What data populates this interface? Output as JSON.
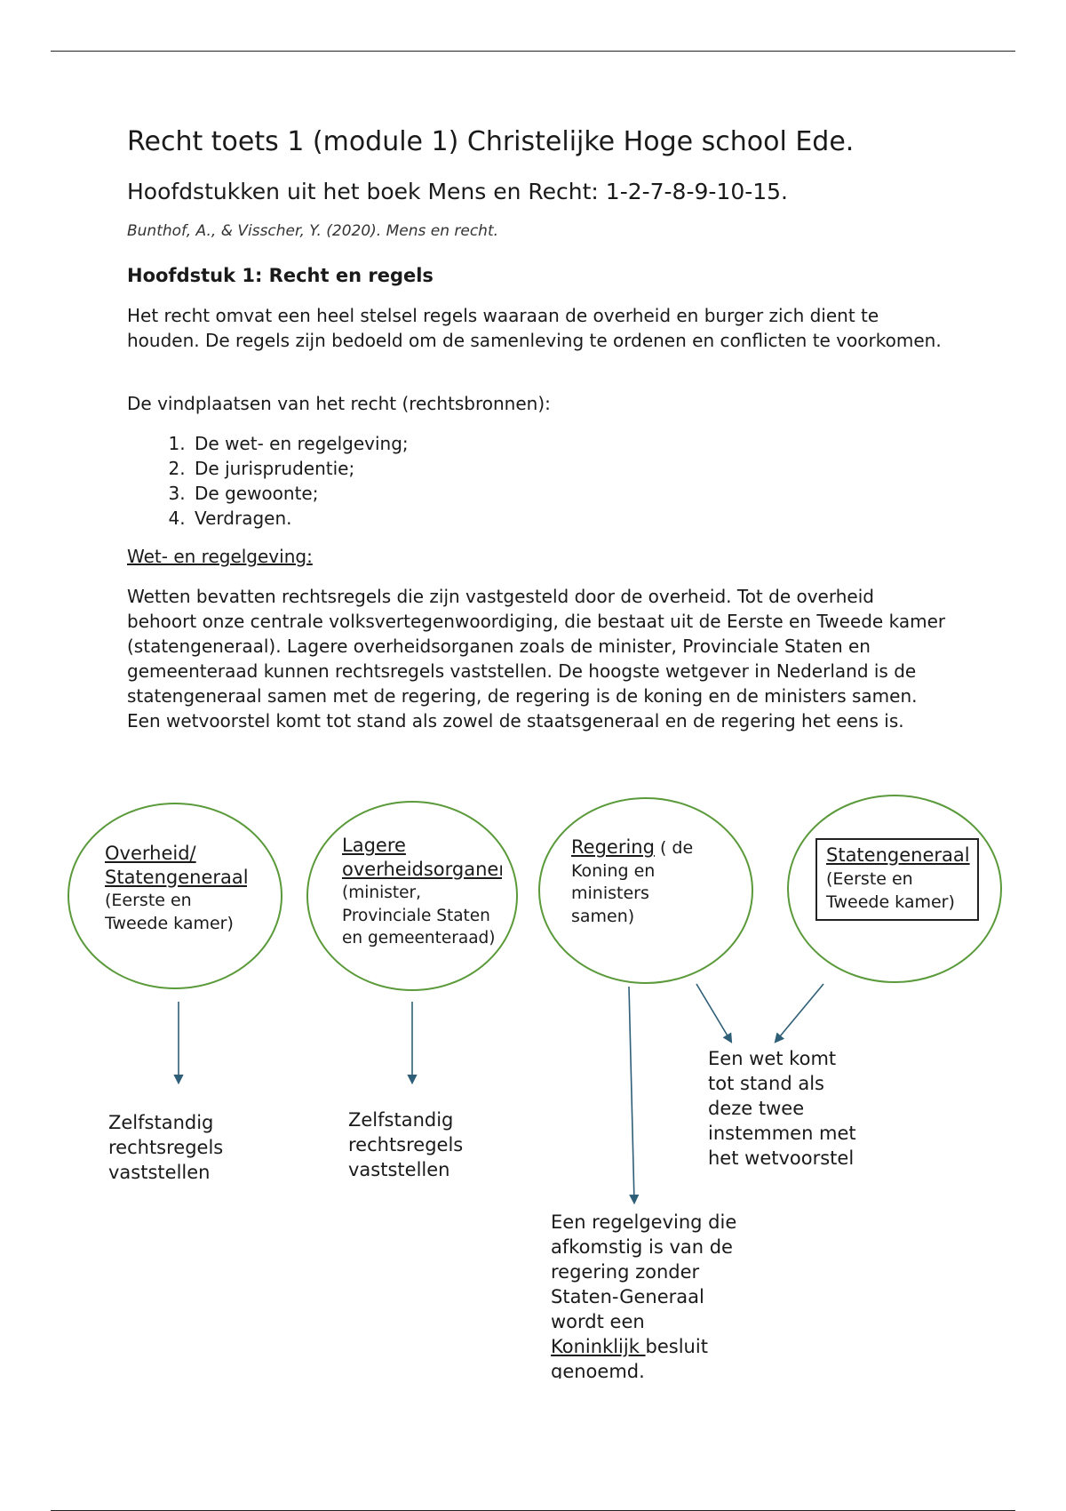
{
  "header": {
    "title": "Recht toets 1 (module 1) Christelijke Hoge school Ede.",
    "subtitle": "Hoofdstukken uit het boek Mens en Recht: 1-2-7-8-9-10-15.",
    "citation": "Bunthof, A., & Visscher, Y. (2020). Mens en recht."
  },
  "chapter": {
    "heading": "Hoofdstuk 1: Recht en regels",
    "intro": "Het recht omvat een heel stelsel regels waaraan de overheid en burger zich dient te houden. De regels zijn bedoeld om de samenleving te ordenen en conflicten te voorkomen.",
    "sources_intro": "De vindplaatsen van het recht (rechtsbronnen):",
    "sources": [
      "De wet- en regelgeving;",
      "De jurisprudentie;",
      "De gewoonte;",
      "Verdragen."
    ],
    "subheading": "Wet- en regelgeving:",
    "body": "Wetten bevatten rechtsregels die zijn vastgesteld door de overheid. Tot de overheid behoort onze centrale volksvertegenwoordiging, die bestaat uit de Eerste en Tweede kamer (statengeneraal). Lagere overheidsorganen zoals de minister, Provinciale Staten en gemeenteraad kunnen rechtsregels vaststellen. De hoogste wetgever in Nederland is de statengeneraal samen met de regering, de regering is de koning en de ministers samen. Een wetvoorstel komt tot stand als zowel de staatsgeneraal en de regering het eens is."
  },
  "diagram": {
    "circle1": {
      "title": "Overheid/ Statengeneraal ",
      "detail": "(Eerste en Tweede kamer)"
    },
    "circle2": {
      "title": "Lagere overheidsorganen",
      "detail": " (minister, Provinciale Staten en gemeenteraad)"
    },
    "circle3": {
      "title": "Regering",
      "detail": " ( de Koning en ministers samen)"
    },
    "circle4": {
      "title": "Statengeneraal",
      "detail": " (Eerste en Tweede kamer)"
    },
    "note1": "Zelfstandig rechtsregels vaststellen",
    "note2": "Zelfstandig rechtsregels vaststellen",
    "note3": "Een wet komt tot stand als deze twee instemmen met het wetvoorstel",
    "note4_before": "Een regelgeving die afkomstig is van de regering zonder Staten-Generaal wordt een ",
    "note4_link": "Koninklijk ",
    "note4_after": "besluit genoemd.",
    "circle_color": "#5a9a3a",
    "arrow_color": "#2f5f78"
  }
}
